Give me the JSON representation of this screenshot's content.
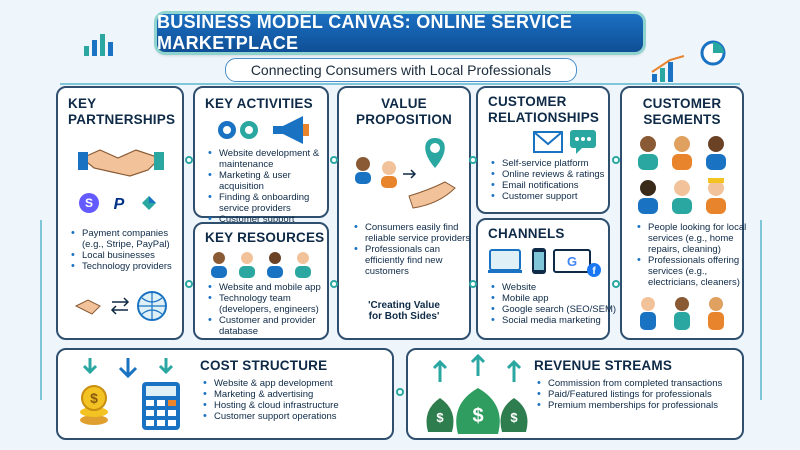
{
  "header": {
    "title": "BUSINESS MODEL CANVAS: ONLINE SERVICE MARKETPLACE",
    "subtitle": "Connecting Consumers with Local Professionals"
  },
  "key_partnerships": {
    "title_line1": "KEY",
    "title_line2": "PARTNERSHIPS",
    "items": [
      "Payment companies (e.g., Stripe, PayPal)",
      "Local businesses",
      "Technology providers"
    ]
  },
  "key_activities": {
    "title": "KEY ACTIVITIES",
    "items": [
      "Website development & maintenance",
      "Marketing & user acquisition",
      "Finding & onboarding service providers",
      "Customer support"
    ]
  },
  "key_resources": {
    "title": "KEY RESOURCES",
    "items": [
      "Website and mobile app",
      "Technology team (developers, engineers)",
      "Customer and provider database"
    ]
  },
  "value_proposition": {
    "title_line1": "VALUE",
    "title_line2": "PROPOSITION",
    "items": [
      "Consumers easily find reliable service providers",
      "Professionals can efficiently find new customers"
    ],
    "quote_line1": "'Creating Value",
    "quote_line2": "for Both Sides'"
  },
  "customer_relationships": {
    "title_line1": "CUSTOMER",
    "title_line2": "RELATIONSHIPS",
    "items": [
      "Self-service platform",
      "Online reviews & ratings",
      "Email notifications",
      "Customer support"
    ]
  },
  "channels": {
    "title": "CHANNELS",
    "items": [
      "Website",
      "Mobile app",
      "Google search (SEO/SEM)",
      "Social media marketing"
    ]
  },
  "customer_segments": {
    "title_line1": "CUSTOMER",
    "title_line2": "SEGMENTS",
    "items": [
      "People looking for local services (e.g., home repairs, cleaning)",
      "Professionals offering services (e.g., electricians, cleaners)"
    ]
  },
  "cost_structure": {
    "title": "COST STRUCTURE",
    "items": [
      "Website & app development",
      "Marketing & advertising",
      "Hosting & cloud infrastructure",
      "Customer support operations"
    ]
  },
  "revenue_streams": {
    "title": "REVENUE STREAMS",
    "items": [
      "Commission from completed transactions",
      "Paid/Featured listings for professionals",
      "Premium memberships for professionals"
    ]
  },
  "colors": {
    "title_bar": "#1560b0",
    "border": "#2f4f6f",
    "accent_teal": "#2aa7a0",
    "text": "#0e2a47"
  }
}
